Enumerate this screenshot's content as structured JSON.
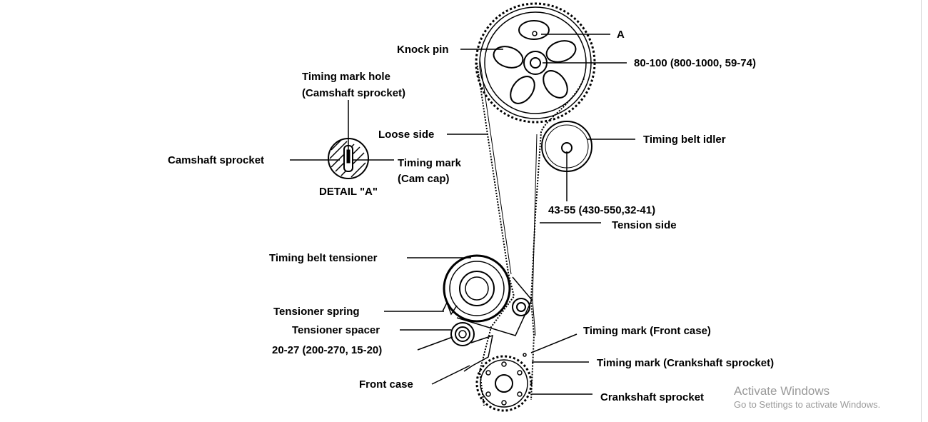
{
  "labels": {
    "a": "A",
    "knock_pin": "Knock pin",
    "torque_cam": "80-100 (800-1000, 59-74)",
    "timing_mark_hole_1": "Timing mark hole",
    "timing_mark_hole_2": "(Camshaft sprocket)",
    "loose_side": "Loose side",
    "idler": "Timing belt idler",
    "camshaft_sprocket": "Camshaft sprocket",
    "timing_mark_cam_1": "Timing mark",
    "timing_mark_cam_2": "(Cam cap)",
    "detail_a": "DETAIL \"A\"",
    "torque_idler": "43-55 (430-550,32-41)",
    "tension_side": "Tension side",
    "tensioner": "Timing belt tensioner",
    "tensioner_spring": "Tensioner spring",
    "tensioner_spacer": "Tensioner spacer",
    "torque_spacer": "20-27 (200-270, 15-20)",
    "mark_front_case": "Timing mark (Front case)",
    "mark_crank": "Timing mark (Crankshaft sprocket)",
    "front_case": "Front case",
    "crank_sprocket": "Crankshaft sprocket"
  },
  "watermark": {
    "title": "Activate Windows",
    "subtitle": "Go to Settings to activate Windows."
  }
}
